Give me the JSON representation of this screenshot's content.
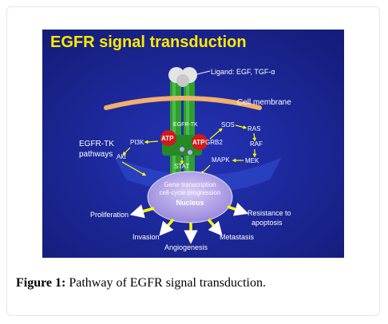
{
  "colors": {
    "slide_bg": "#1e2a9c",
    "title": "#ffea00",
    "label": "#ffffff",
    "receptor": "#2e9e2e",
    "atp": "#d21a1a",
    "membrane": "#f2b06e",
    "nucleus": "#b4a6e8",
    "arrows": "#ffff00"
  },
  "diagram": {
    "title": "EGFR signal transduction",
    "ligand": "Ligand: EGF, TGF-α",
    "membrane": "Cell membrane",
    "receptor": "EGFR-TK",
    "atp": "ATP",
    "pathways": [
      "EGFR-TK",
      "pathways"
    ],
    "nodes": {
      "sos": "SOS",
      "ras": "RAS",
      "raf": "RAF",
      "grb2": "GRB2",
      "pi3k": "PI3K",
      "akt": "Akt",
      "stat": "STAT",
      "mapk": "MAPK",
      "mek": "MEK"
    },
    "nucleus_lines": [
      "Gene transcription",
      "cell-cycle progression"
    ],
    "nucleus": "Nucleus",
    "outcomes": {
      "proliferation": "Proliferation",
      "resistance": [
        "Resistance to",
        "apoptosis"
      ],
      "invasion": "Invasion",
      "metastasis": "Metastasis",
      "angiogenesis": "Angiogenesis"
    }
  },
  "caption": {
    "label": "Figure 1:",
    "text": " Pathway of EGFR signal transduction."
  }
}
